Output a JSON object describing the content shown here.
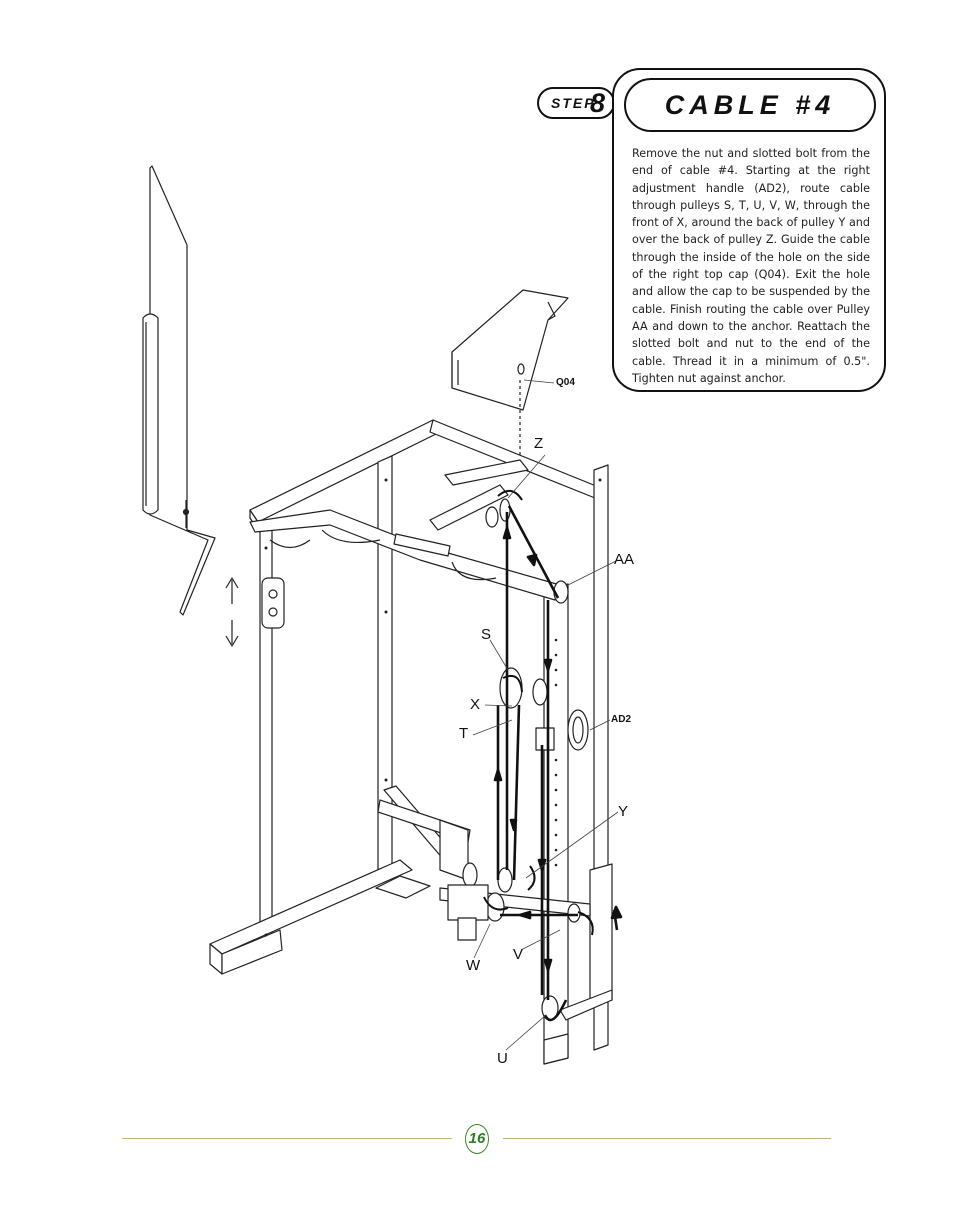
{
  "step": {
    "word": "STEP",
    "number": "8"
  },
  "title": "CABLE #4",
  "instructions": "Remove the nut and slotted bolt from the end of cable #4. Starting at the right adjustment handle (AD2), route cable through pulleys S, T, U, V, W, through the front of X, around the back of pulley Y and over the back of pulley Z. Guide the cable through the inside of the hole on the side of the right top cap (Q04). Exit the hole and allow the cap to be suspended by the cable. Finish routing the cable over Pulley AA and down to the anchor. Reattach the slotted bolt and nut to the end of the cable. Thread it in a minimum of 0.5\". Tighten nut against anchor.",
  "labels": {
    "q04": "Q04",
    "z": "Z",
    "aa": "AA",
    "s": "S",
    "x": "X",
    "t": "T",
    "ad2": "AD2",
    "y": "Y",
    "w": "W",
    "v": "V",
    "u": "U"
  },
  "page_number": "16",
  "colors": {
    "footer_rule": "#c8b84a",
    "page_number": "#2f7d22"
  }
}
